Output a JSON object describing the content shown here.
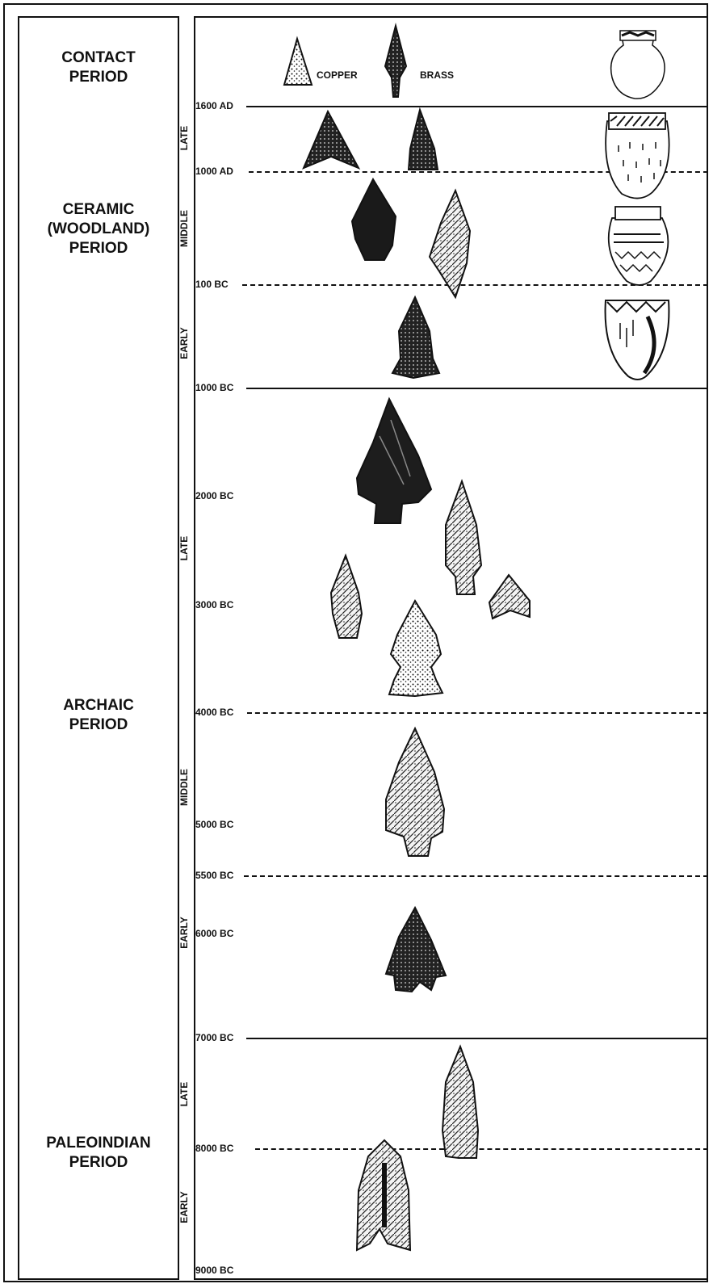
{
  "periods": {
    "contact": "CONTACT\nPERIOD",
    "ceramic": "CERAMIC\n(WOODLAND)\nPERIOD",
    "archaic": "ARCHAIC\nPERIOD",
    "paleoindian": "PALEOINDIAN\nPERIOD"
  },
  "subperiods": {
    "ceramic_late": "LATE",
    "ceramic_middle": "MIDDLE",
    "ceramic_early": "EARLY",
    "archaic_late": "LATE",
    "archaic_middle": "MIDDLE",
    "archaic_early": "EARLY",
    "paleo_late": "LATE",
    "paleo_early": "EARLY"
  },
  "dates": {
    "d1600ad": "1600 AD",
    "d1000ad": "1000 AD",
    "d100bc": "100 BC",
    "d1000bc": "1000 BC",
    "d2000bc": "2000 BC",
    "d3000bc": "3000 BC",
    "d4000bc": "4000 BC",
    "d5000bc": "5000 BC",
    "d5500bc": "5500 BC",
    "d6000bc": "6000 BC",
    "d7000bc": "7000 BC",
    "d8000bc": "8000 BC",
    "d9000bc": "9000 BC"
  },
  "labels": {
    "copper": "COPPER",
    "brass": "BRASS"
  },
  "colors": {
    "ink": "#111111",
    "background": "#ffffff"
  }
}
